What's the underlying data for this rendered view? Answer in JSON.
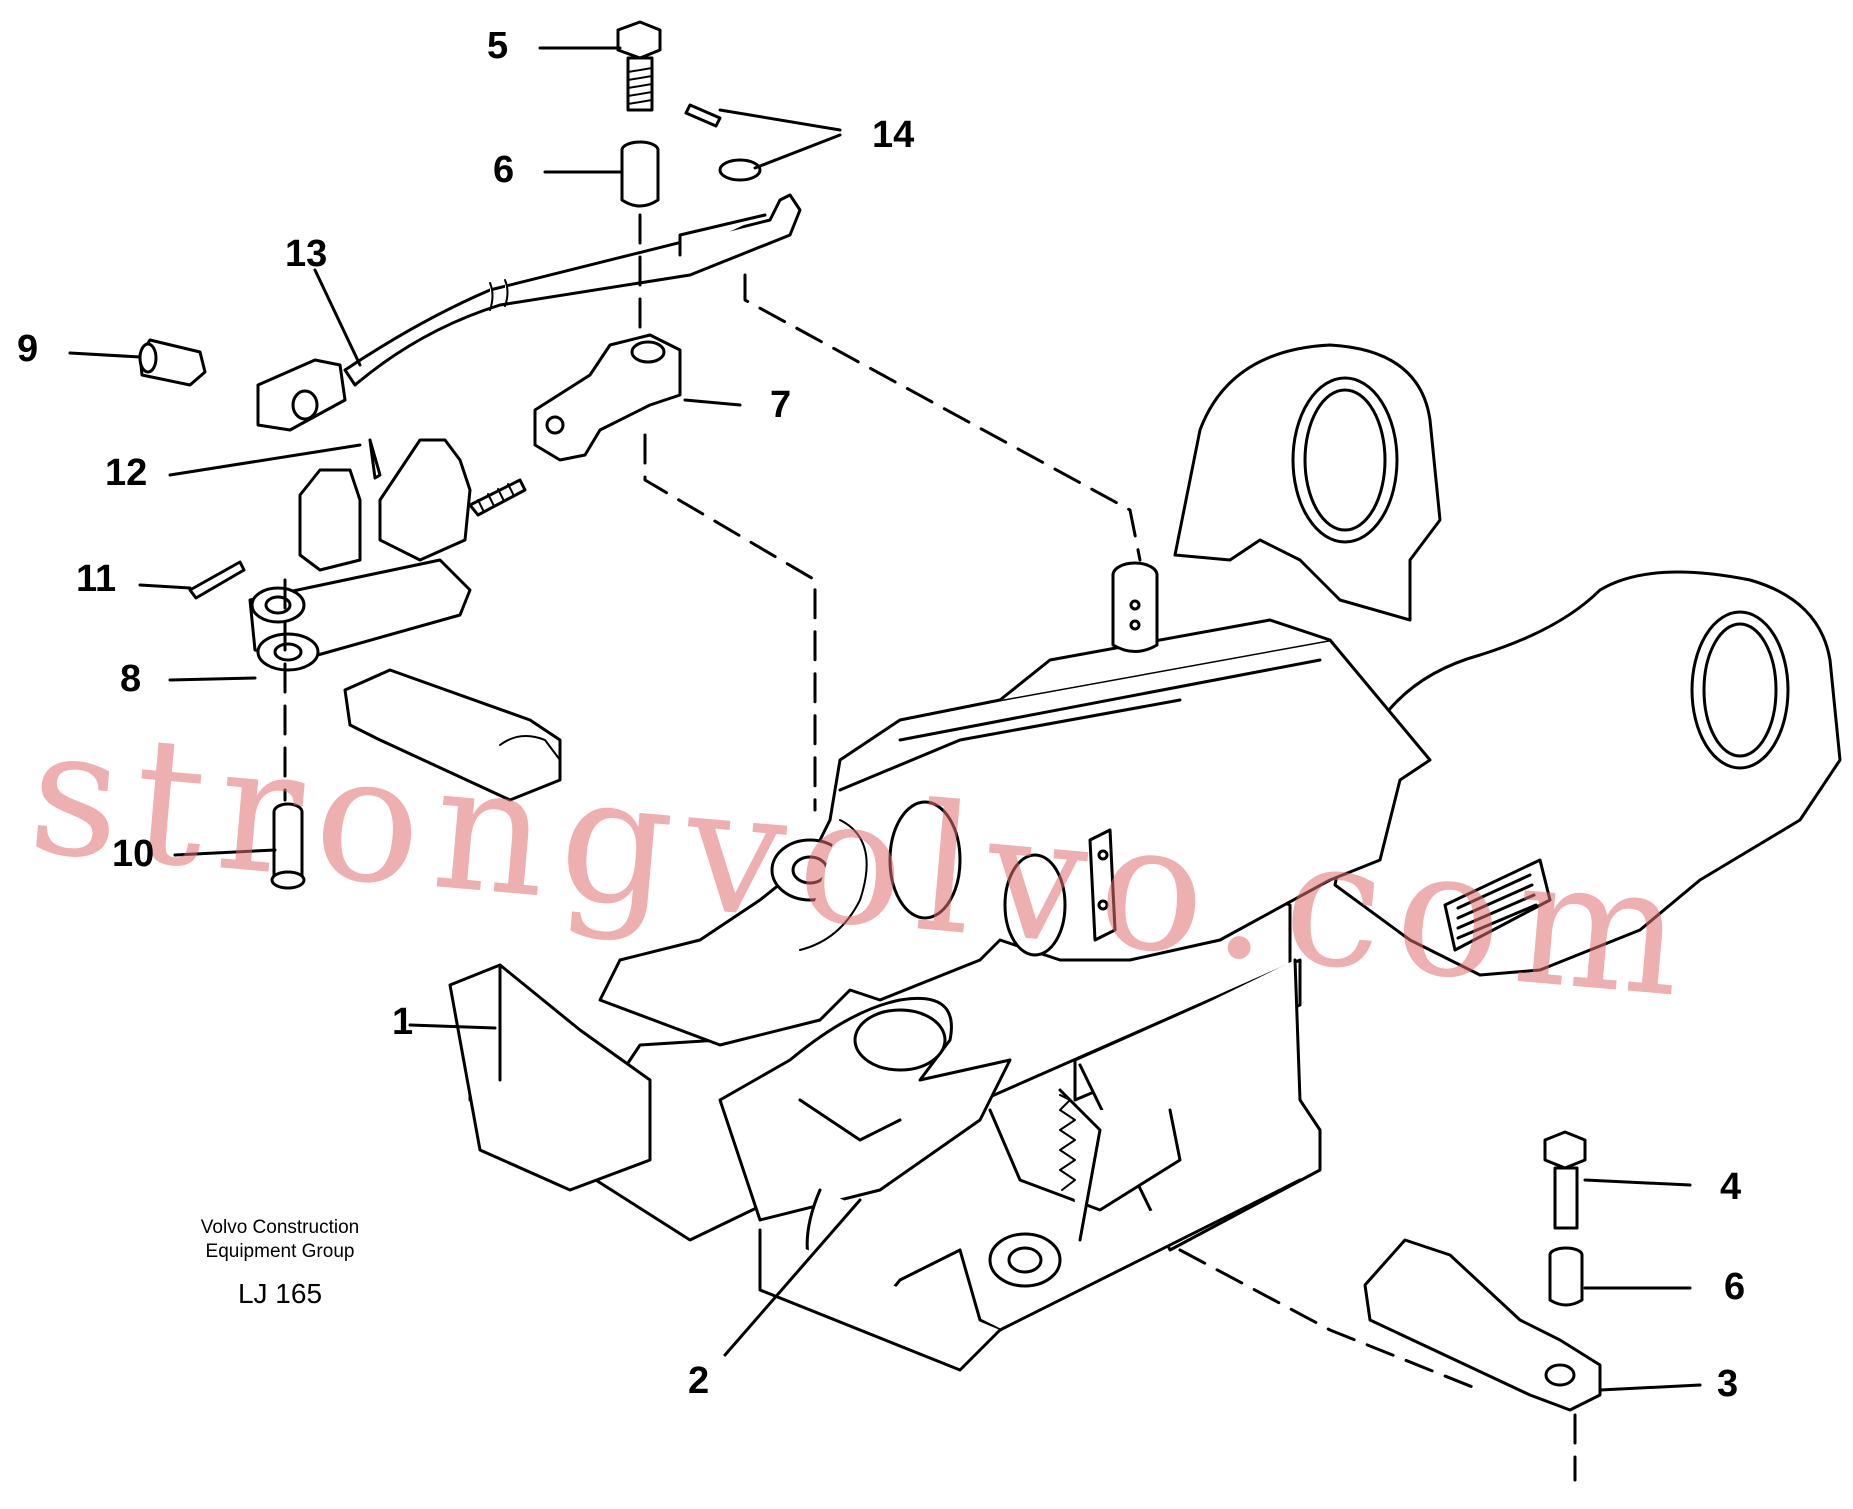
{
  "callouts": [
    {
      "id": "c5",
      "label": "5"
    },
    {
      "id": "c14",
      "label": "14"
    },
    {
      "id": "c6a",
      "label": "6"
    },
    {
      "id": "c13",
      "label": "13"
    },
    {
      "id": "c9",
      "label": "9"
    },
    {
      "id": "c7",
      "label": "7"
    },
    {
      "id": "c12",
      "label": "12"
    },
    {
      "id": "c11",
      "label": "11"
    },
    {
      "id": "c8",
      "label": "8"
    },
    {
      "id": "c10",
      "label": "10"
    },
    {
      "id": "c1",
      "label": "1"
    },
    {
      "id": "c4",
      "label": "4"
    },
    {
      "id": "c6b",
      "label": "6"
    },
    {
      "id": "c2",
      "label": "2"
    },
    {
      "id": "c3",
      "label": "3"
    }
  ],
  "caption": {
    "line1": "Volvo Construction",
    "line2": "Equipment Group",
    "code": "LJ 165"
  },
  "watermark": "strongvolvo.com",
  "colors": {
    "ink": "#000000",
    "watermark": "#de6e6e"
  }
}
